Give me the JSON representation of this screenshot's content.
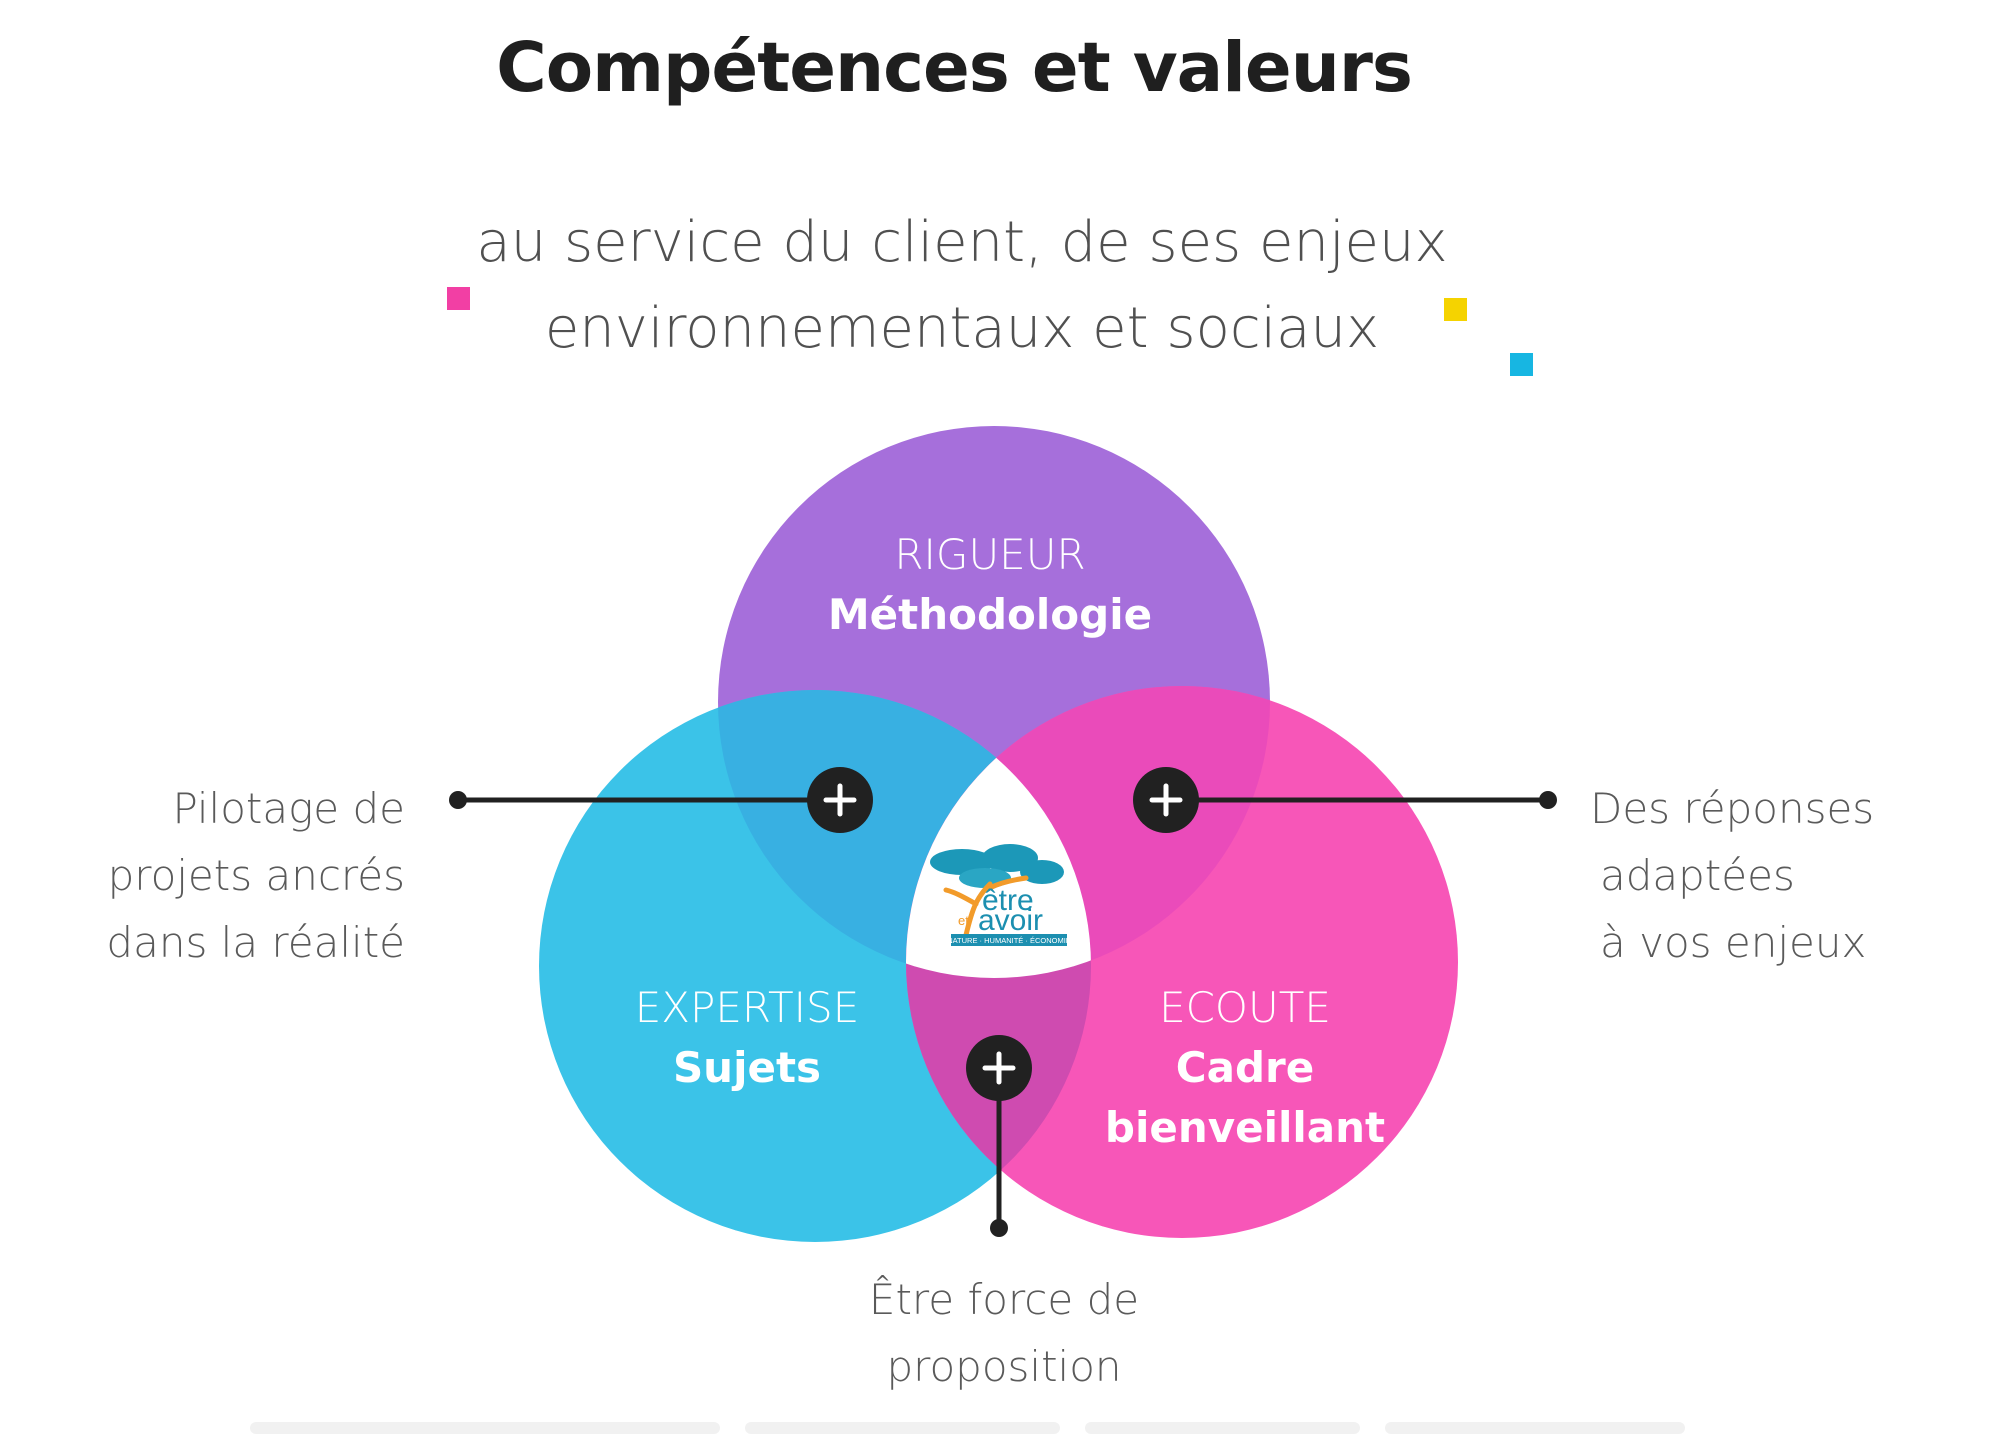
{
  "title": "Compétences et valeurs",
  "subtitle": {
    "line1": "au service du client, de ses enjeux",
    "line2": "environnementaux et sociaux"
  },
  "colors": {
    "purple": "#a66fdb",
    "cyan": "#3bc3e8",
    "pink": "#f756b8",
    "square_pink": "#f23fa4",
    "square_yellow": "#f5d300",
    "square_cyan": "#17b6e2",
    "dark": "#212121"
  },
  "circles": {
    "top": {
      "upper": "RIGUEUR",
      "bold": "Méthodologie"
    },
    "left": {
      "upper": "EXPERTISE",
      "bold": "Sujets"
    },
    "right": {
      "upper": "ECOUTE",
      "bold_line1": "Cadre",
      "bold_line2": "bienveillant"
    }
  },
  "callouts": {
    "left": [
      "Pilotage de",
      "projets ancrés",
      "dans la réalité"
    ],
    "right": [
      "Des réponses",
      "adaptées",
      "à vos enjeux"
    ],
    "bottom": [
      "Être force de",
      "proposition"
    ]
  },
  "logo": {
    "line1": "être",
    "line2": "et",
    "line3": "avoir",
    "tagline": "NATURE · HUMANITÉ · ÉCONOMIE"
  },
  "icons": {
    "plus": "plus-icon",
    "tree": "tree-icon"
  }
}
